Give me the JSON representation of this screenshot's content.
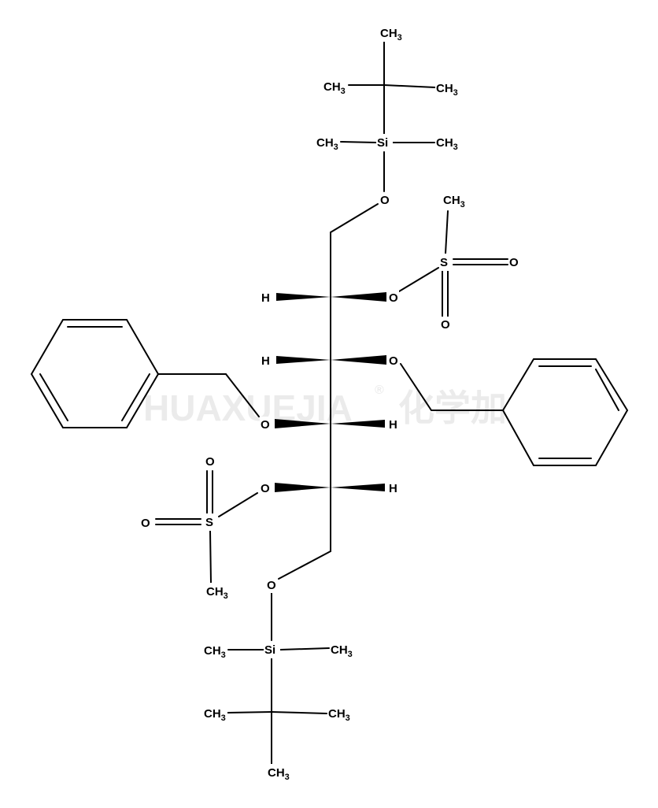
{
  "labels": {
    "ch3": "CH",
    "sub3": "3",
    "si": "Si",
    "o": "O",
    "s": "S",
    "h": "H"
  },
  "watermark": {
    "text": "HUAXUEJIA",
    "mark": "®",
    "cn": "化学加"
  }
}
